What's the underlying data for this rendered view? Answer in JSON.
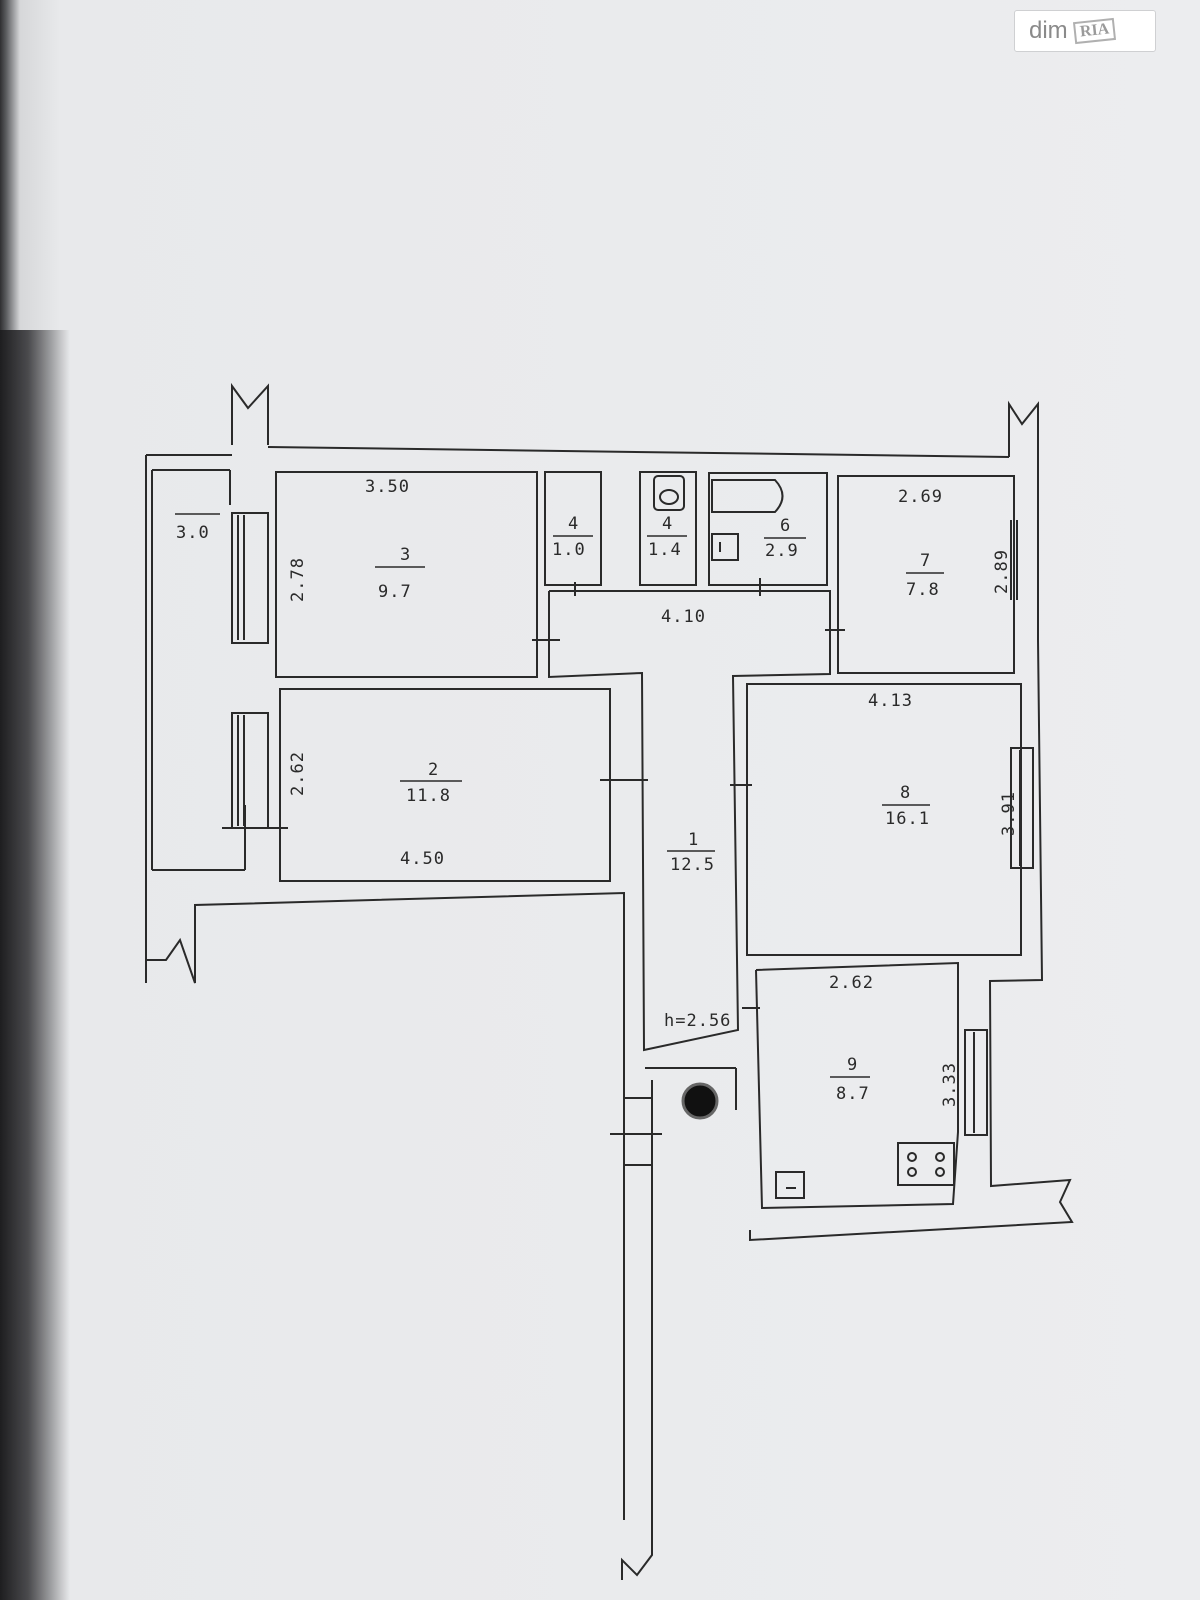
{
  "watermark": {
    "brand": "dim",
    "ria": "RIA"
  },
  "rooms": [
    {
      "id": "balcony",
      "number": "",
      "area": "3.0"
    },
    {
      "id": "3",
      "number": "3",
      "area": "9.7"
    },
    {
      "id": "4a",
      "number": "4",
      "area": "1.0"
    },
    {
      "id": "4b",
      "number": "4",
      "area": "1.4"
    },
    {
      "id": "6",
      "number": "6",
      "area": "2.9"
    },
    {
      "id": "7",
      "number": "7",
      "area": "7.8"
    },
    {
      "id": "2",
      "number": "2",
      "area": "11.8"
    },
    {
      "id": "1",
      "number": "1",
      "area": "12.5"
    },
    {
      "id": "8",
      "number": "8",
      "area": "16.1"
    },
    {
      "id": "9",
      "number": "9",
      "area": "8.7"
    }
  ],
  "dimensions": {
    "room3_width": "3.50",
    "room3_height": "2.78",
    "corridor_width": "4.10",
    "room7_width": "2.69",
    "room7_height": "2.89",
    "room8_width": "4.13",
    "room8_height": "3.91",
    "room2_height": "2.62",
    "room2_width": "4.50",
    "room9_width": "2.62",
    "room9_height": "3.33",
    "ceiling_height": "h=2.56"
  }
}
